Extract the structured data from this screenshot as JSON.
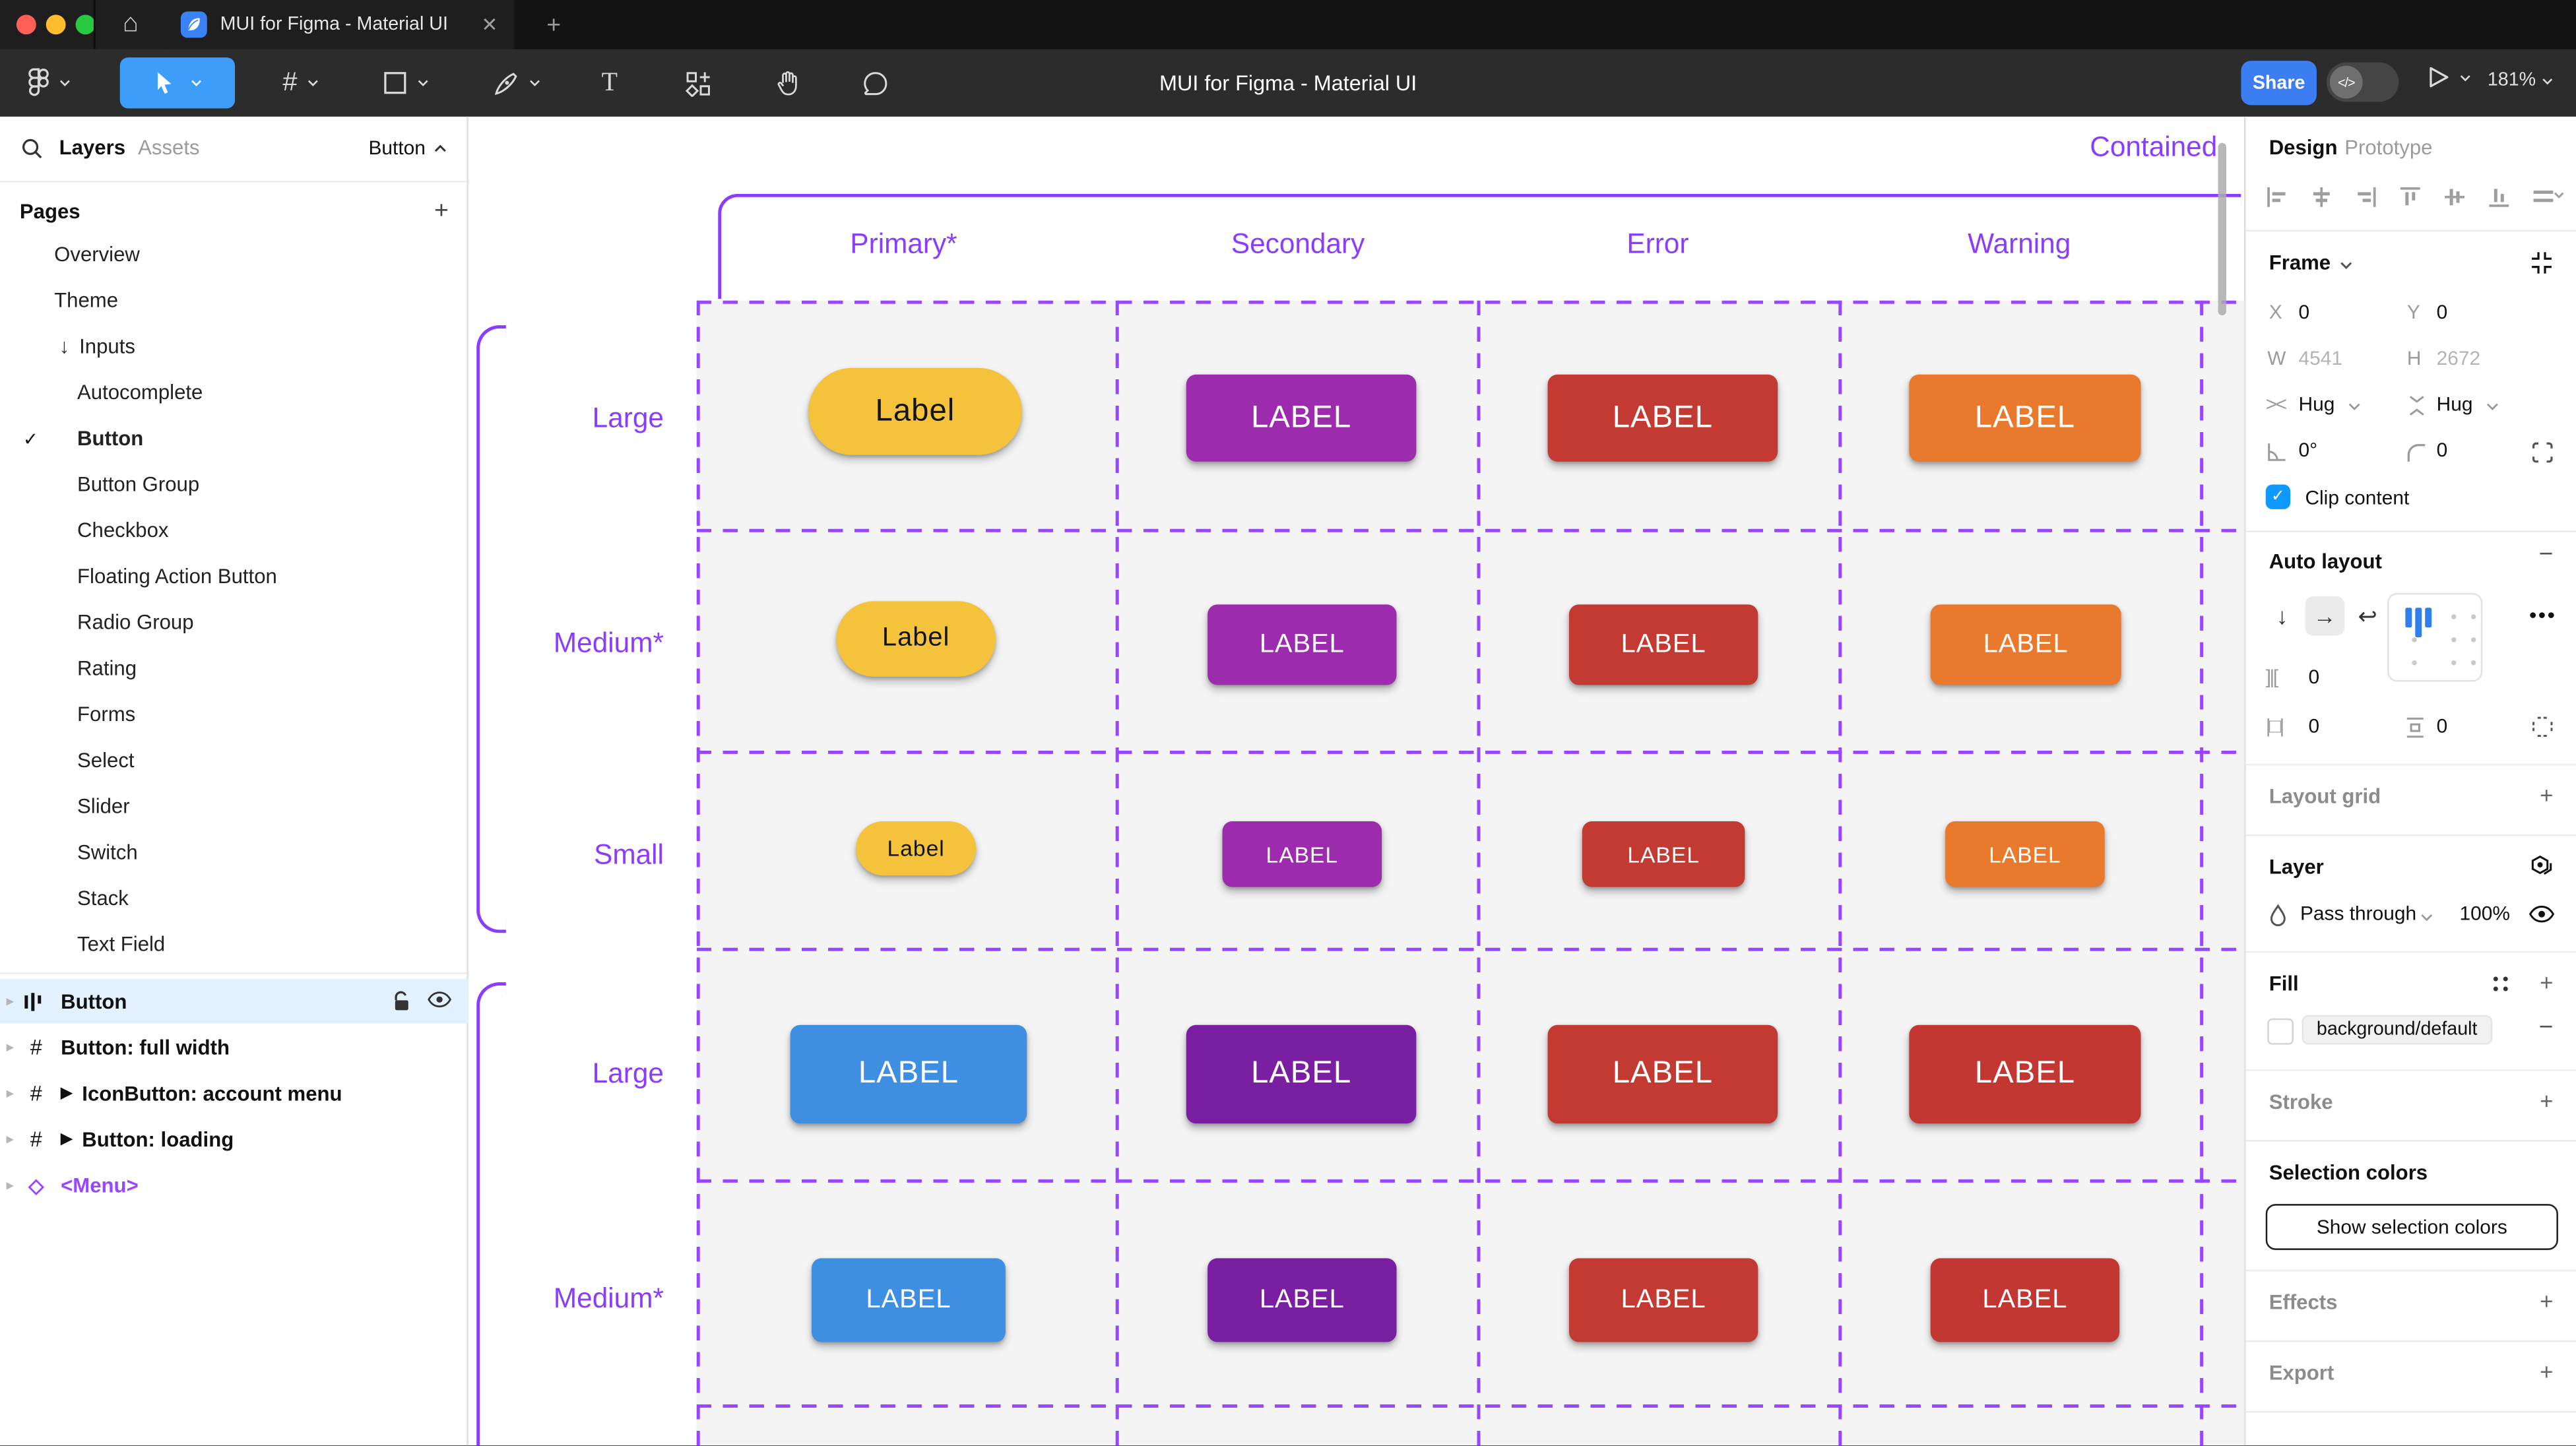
{
  "window": {
    "tab_title": "MUI for Figma - Material UI"
  },
  "toolbar": {
    "doc_title": "MUI for Figma - Material UI",
    "share": "Share",
    "zoom": "181%"
  },
  "sidebar": {
    "tab_layers": "Layers",
    "tab_assets": "Assets",
    "page_selector": "Button",
    "pages_title": "Pages",
    "pages": [
      {
        "label": "Overview",
        "level": 1
      },
      {
        "label": "Theme",
        "level": 1
      },
      {
        "label": "Inputs",
        "level": 1,
        "arrow": "↓"
      },
      {
        "label": "Autocomplete",
        "level": 2
      },
      {
        "label": "Button",
        "level": 2,
        "checked": true,
        "bold": true
      },
      {
        "label": "Button Group",
        "level": 2
      },
      {
        "label": "Checkbox",
        "level": 2
      },
      {
        "label": "Floating Action Button",
        "level": 2
      },
      {
        "label": "Radio Group",
        "level": 2
      },
      {
        "label": "Rating",
        "level": 2
      },
      {
        "label": "Forms",
        "level": 2
      },
      {
        "label": "Select",
        "level": 2
      },
      {
        "label": "Slider",
        "level": 2
      },
      {
        "label": "Switch",
        "level": 2
      },
      {
        "label": "Stack",
        "level": 2
      },
      {
        "label": "Text Field",
        "level": 2
      }
    ],
    "layers": [
      {
        "label": "Button",
        "icon": "autolayout",
        "selected": true,
        "lock": true,
        "eye": true
      },
      {
        "label": "Button: full width",
        "icon": "frame"
      },
      {
        "label": "IconButton: account menu",
        "icon": "frame",
        "expand": true
      },
      {
        "label": "Button: loading",
        "icon": "frame",
        "expand": true
      },
      {
        "label": "<Menu>",
        "icon": "diamond",
        "purple": true
      }
    ]
  },
  "canvas": {
    "frame_title": "Contained",
    "columns": [
      "Primary*",
      "Secondary",
      "Error",
      "Warning"
    ],
    "groups": [
      {
        "rows": [
          {
            "label": "Large",
            "buttons": [
              {
                "text": "Label",
                "color": "yellow",
                "dark_text": true
              },
              {
                "text": "LABEL",
                "color": "purple"
              },
              {
                "text": "LABEL",
                "color": "red"
              },
              {
                "text": "LABEL",
                "color": "orange"
              }
            ]
          },
          {
            "label": "Medium*",
            "buttons": [
              {
                "text": "Label",
                "color": "yellow",
                "dark_text": true
              },
              {
                "text": "LABEL",
                "color": "purple"
              },
              {
                "text": "LABEL",
                "color": "red"
              },
              {
                "text": "LABEL",
                "color": "orange"
              }
            ]
          },
          {
            "label": "Small",
            "buttons": [
              {
                "text": "Label",
                "color": "yellow",
                "dark_text": true
              },
              {
                "text": "LABEL",
                "color": "purple"
              },
              {
                "text": "LABEL",
                "color": "red"
              },
              {
                "text": "LABEL",
                "color": "orange"
              }
            ]
          }
        ]
      },
      {
        "rows": [
          {
            "label": "Large",
            "buttons": [
              {
                "text": "LABEL",
                "color": "blue"
              },
              {
                "text": "LABEL",
                "color": "darkpurple"
              },
              {
                "text": "LABEL",
                "color": "red"
              },
              {
                "text": "LABEL",
                "color": "red2"
              }
            ]
          },
          {
            "label": "Medium*",
            "buttons": [
              {
                "text": "LABEL",
                "color": "blue"
              },
              {
                "text": "LABEL",
                "color": "darkpurple"
              },
              {
                "text": "LABEL",
                "color": "red"
              },
              {
                "text": "LABEL",
                "color": "red2"
              }
            ]
          }
        ]
      }
    ],
    "colors": {
      "yellow": "#F5C23C",
      "purple": "#9C2BAD",
      "red": "#C23A31",
      "orange": "#E8792D",
      "blue": "#3E8EE1",
      "darkpurple": "#7B1FA2",
      "red2": "#C23732",
      "accent_text": "#8B3DFF",
      "grid_line": "#9747FF"
    }
  },
  "inspector": {
    "tab_design": "Design",
    "tab_prototype": "Prototype",
    "frame": {
      "title": "Frame",
      "x_label": "X",
      "x": "0",
      "y_label": "Y",
      "y": "0",
      "w_label": "W",
      "w": "4541",
      "h_label": "H",
      "h": "2672",
      "hug_h": "Hug",
      "hug_v": "Hug",
      "rotation": "0°",
      "radius": "0",
      "clip_label": "Clip content"
    },
    "auto_layout": {
      "title": "Auto layout",
      "gap": "0",
      "pad_h": "0",
      "pad_v": "0"
    },
    "layout_grid_title": "Layout grid",
    "layer": {
      "title": "Layer",
      "blend_mode": "Pass through",
      "opacity": "100%"
    },
    "fill": {
      "title": "Fill",
      "token": "background/default"
    },
    "stroke_title": "Stroke",
    "selection_colors": {
      "title": "Selection colors",
      "button": "Show selection colors"
    },
    "effects_title": "Effects",
    "export_title": "Export"
  }
}
